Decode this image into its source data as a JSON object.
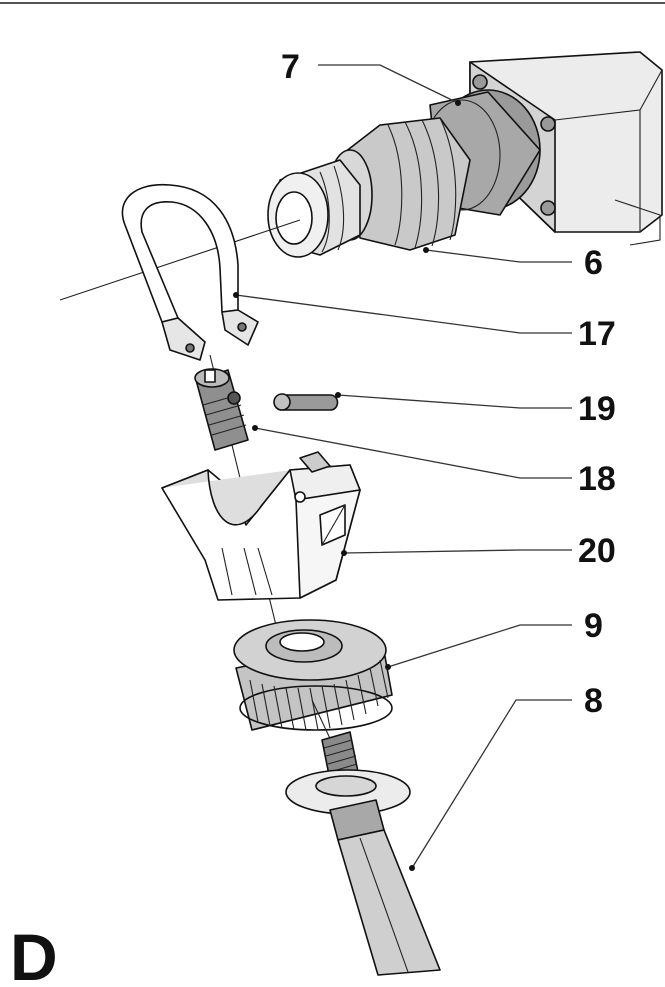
{
  "figure": {
    "letter": "D",
    "colors": {
      "ink": "#111111",
      "part_gray": "#c8c8c8",
      "part_dark": "#8c8c8c",
      "part_light": "#ececec",
      "background": "#ffffff"
    }
  },
  "callouts": [
    {
      "key": "7",
      "label": "7"
    },
    {
      "key": "6",
      "label": "6"
    },
    {
      "key": "17",
      "label": "17"
    },
    {
      "key": "19",
      "label": "19"
    },
    {
      "key": "18",
      "label": "18"
    },
    {
      "key": "20",
      "label": "20"
    },
    {
      "key": "9",
      "label": "9"
    },
    {
      "key": "8",
      "label": "8"
    }
  ]
}
